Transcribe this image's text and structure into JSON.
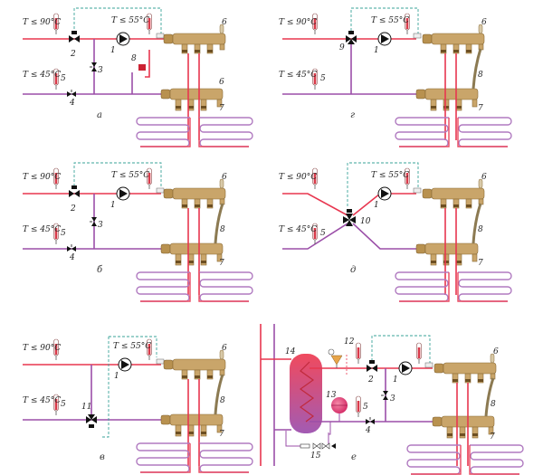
{
  "diagram": {
    "title": "Underfloor heating manifold connection schemes",
    "temperature_labels": {
      "supply": "T ≤ 90°C",
      "floor_supply": "T ≤ 55°C",
      "return": "T ≤ 45°C"
    },
    "panels": [
      {
        "id": "a",
        "caption": "а",
        "components": [
          "1",
          "2",
          "3",
          "4",
          "5",
          "6",
          "7",
          "8"
        ]
      },
      {
        "id": "g",
        "caption": "г",
        "components": [
          "1",
          "5",
          "6",
          "7",
          "8",
          "9"
        ]
      },
      {
        "id": "b",
        "caption": "б",
        "components": [
          "1",
          "2",
          "3",
          "4",
          "5",
          "6",
          "7",
          "8"
        ]
      },
      {
        "id": "d",
        "caption": "д",
        "components": [
          "1",
          "5",
          "6",
          "7",
          "8",
          "10"
        ]
      },
      {
        "id": "v",
        "caption": "в",
        "components": [
          "1",
          "5",
          "6",
          "7",
          "8",
          "11"
        ]
      },
      {
        "id": "e",
        "caption": "е",
        "components": [
          "1",
          "2",
          "3",
          "4",
          "5",
          "6",
          "7",
          "8",
          "12",
          "13",
          "14",
          "15"
        ]
      }
    ],
    "component_numbers": {
      "pump": "1",
      "two_way_valve": "2",
      "bypass_valve": "3",
      "balancing_valve": "4",
      "thermometer": "5",
      "air_vent": "6",
      "drain_valve": "7",
      "bypass_pipe": "8",
      "three_way_mixing_valve": "9",
      "four_way_mixing_valve": "10",
      "three_way_valve_return": "11",
      "safety_group": "12",
      "expansion_tank": "13",
      "heat_exchanger_tank": "14",
      "fill_valve_group": "15"
    },
    "colors": {
      "hot_pipe": "#e8364f",
      "cold_pipe": "#9b4fa8",
      "control_line": "#3aa39a",
      "brass": "#c9a56a"
    }
  }
}
